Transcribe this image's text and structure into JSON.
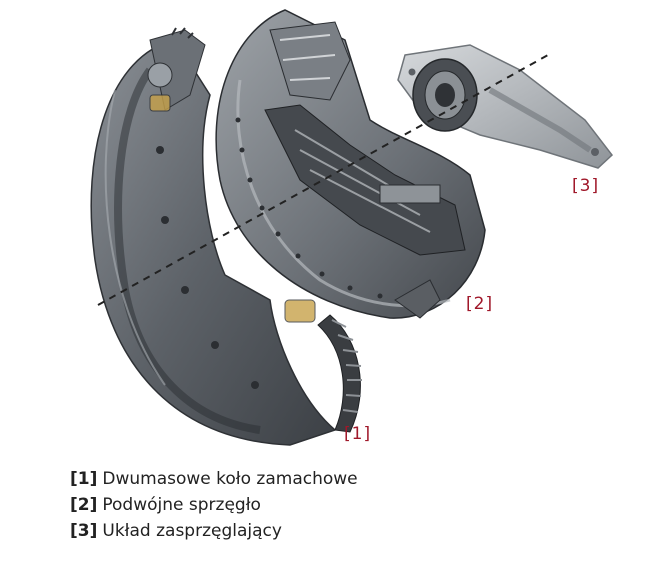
{
  "callouts": {
    "flywheel": "[1]",
    "clutch": "[2]",
    "release": "[3]"
  },
  "legend": [
    {
      "tag": "[1]",
      "text": "Dwumasowe koło zamachowe"
    },
    {
      "tag": "[2]",
      "text": "Podwójne sprzęgło"
    },
    {
      "tag": "[3]",
      "text": "Układ zasprzęglający"
    }
  ],
  "colors": {
    "callout": "#a0182a",
    "metal_dark": "#5a5e63",
    "metal_light": "#b8bcc0"
  }
}
